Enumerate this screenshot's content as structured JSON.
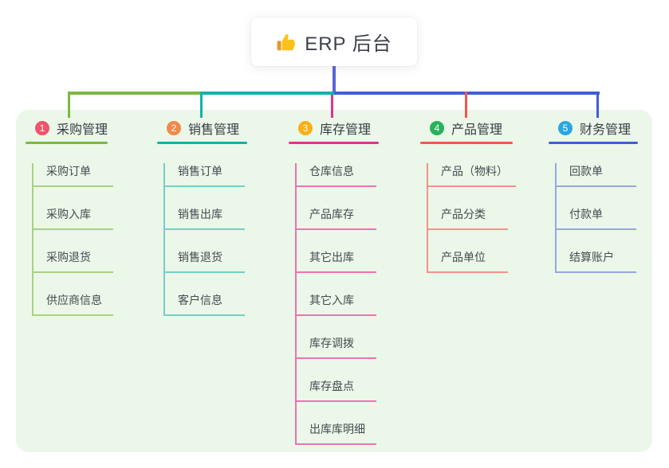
{
  "root": {
    "label": "ERP 后台",
    "icon": "thumbs-up-icon"
  },
  "branches": [
    {
      "index": "1",
      "label": "采购管理",
      "badge_color": "#f0536b",
      "line_color": "#7cb93f",
      "sub_line_color": "#a9d17f",
      "items": [
        "采购订单",
        "采购入库",
        "采购退货",
        "供应商信息"
      ]
    },
    {
      "index": "2",
      "label": "销售管理",
      "badge_color": "#f2894a",
      "line_color": "#13b2aa",
      "sub_line_color": "#74cfc8",
      "items": [
        "销售订单",
        "销售出库",
        "销售退货",
        "客户信息"
      ]
    },
    {
      "index": "3",
      "label": "库存管理",
      "badge_color": "#fbaf17",
      "line_color": "#e0338c",
      "sub_line_color": "#ef72b4",
      "items": [
        "仓库信息",
        "产品库存",
        "其它出库",
        "其它入库",
        "库存调拨",
        "库存盘点",
        "出库库明细"
      ]
    },
    {
      "index": "4",
      "label": "产品管理",
      "badge_color": "#27b25d",
      "line_color": "#f4564e",
      "sub_line_color": "#f5928b",
      "items": [
        "产品（物料）",
        "产品分类",
        "产品单位"
      ]
    },
    {
      "index": "5",
      "label": "财务管理",
      "badge_color": "#2aa7e1",
      "line_color": "#3f5ed6",
      "sub_line_color": "#96a7e0",
      "items": [
        "回款单",
        "付款单",
        "结算账户"
      ]
    }
  ],
  "colors": {
    "root_line": "#5867d6",
    "panel_bg": "#ebf7e8",
    "card_bg": "#ffffff",
    "header_text": "#383d46",
    "leaf_text": "#454a52",
    "thumb_hand": "#fcc21b",
    "thumb_cuff": "#e09b2d"
  }
}
